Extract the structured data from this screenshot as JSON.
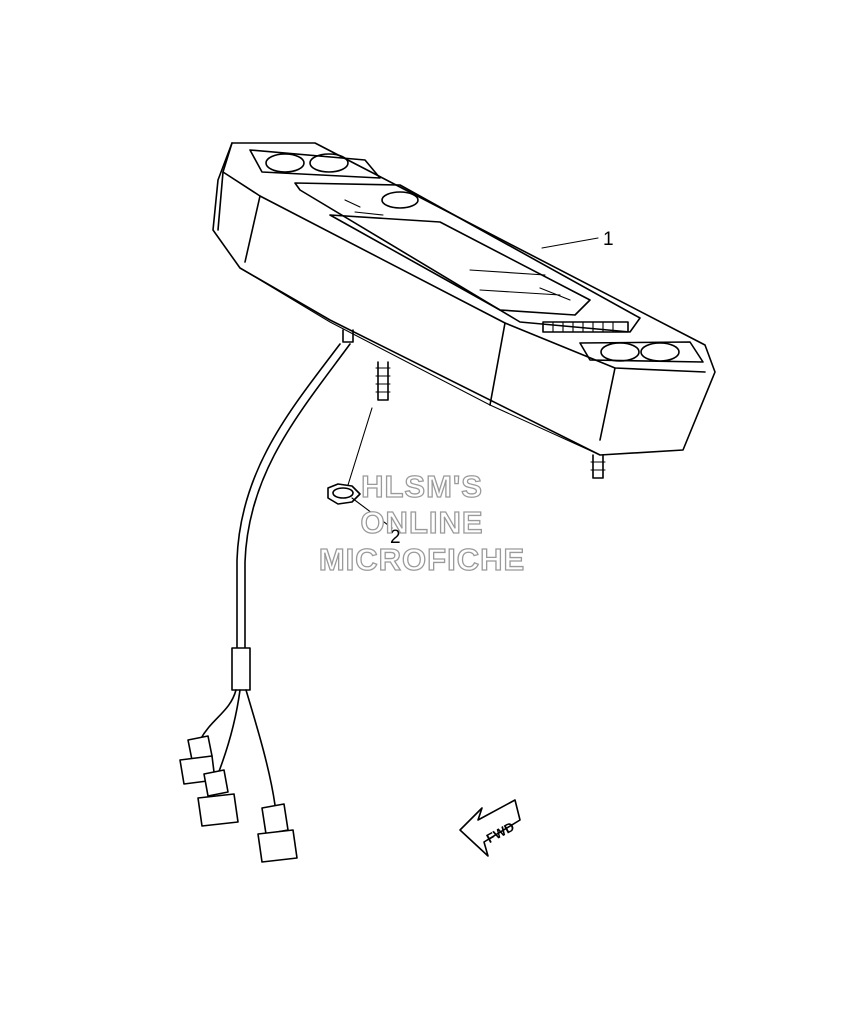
{
  "callouts": {
    "part_1": "1",
    "part_2": "2"
  },
  "watermark": {
    "line1": "HLSM'S",
    "line2": "ONLINE",
    "line3": "MICROFICHE"
  },
  "direction_label": "FWD",
  "colors": {
    "line": "#000000",
    "background": "#ffffff",
    "watermark_outline": "#9a9a9a"
  }
}
